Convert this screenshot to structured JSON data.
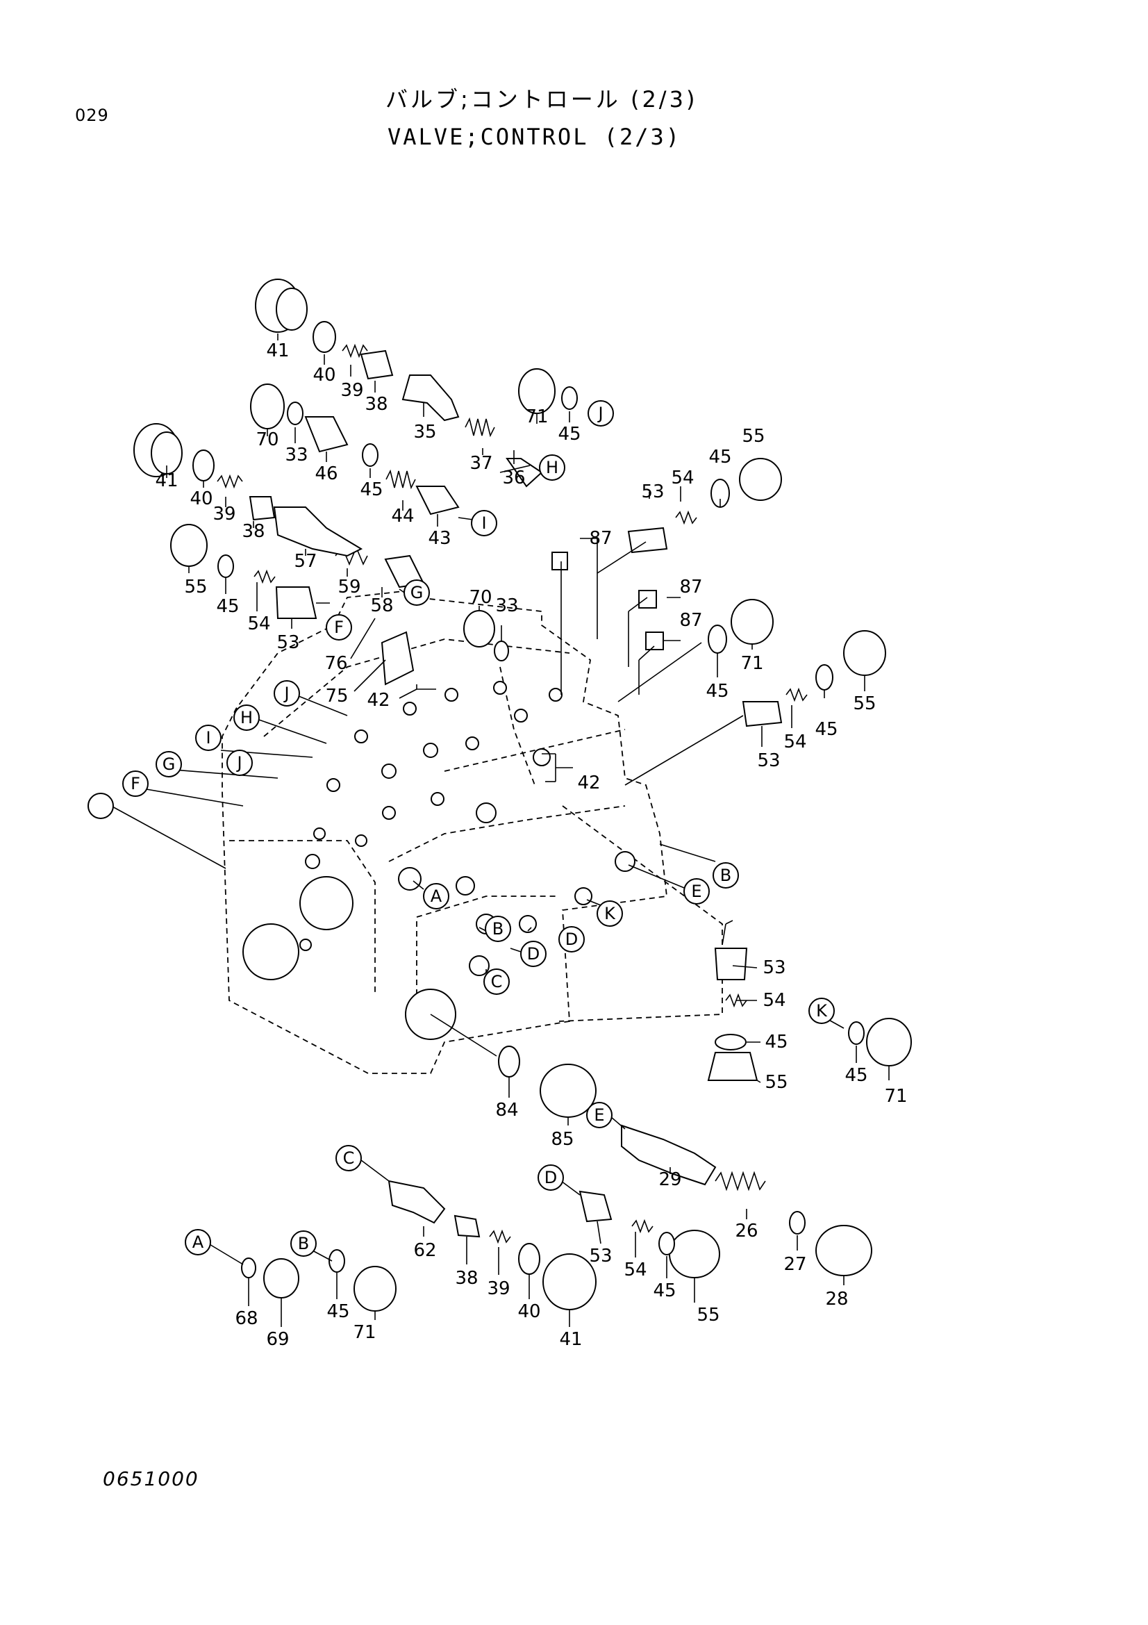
{
  "header": {
    "page_number": "029",
    "title_jp": "バルブ;コントロール (2/3)",
    "title_en": "VALVE;CONTROL (2/3)"
  },
  "footer": {
    "drawing_number": "0651000"
  },
  "part_labels": [
    {
      "id": "p41a",
      "text": "41"
    },
    {
      "id": "p40a",
      "text": "40"
    },
    {
      "id": "p39a",
      "text": "39"
    },
    {
      "id": "p38a",
      "text": "38"
    },
    {
      "id": "p35",
      "text": "35"
    },
    {
      "id": "p71a",
      "text": "71"
    },
    {
      "id": "p45a",
      "text": "45"
    },
    {
      "id": "p70a",
      "text": "70"
    },
    {
      "id": "p33a",
      "text": "33"
    },
    {
      "id": "p46",
      "text": "46"
    },
    {
      "id": "p37",
      "text": "37"
    },
    {
      "id": "p36",
      "text": "36"
    },
    {
      "id": "p45b",
      "text": "45"
    },
    {
      "id": "p44",
      "text": "44"
    },
    {
      "id": "p43",
      "text": "43"
    },
    {
      "id": "p41b",
      "text": "41"
    },
    {
      "id": "p40b",
      "text": "40"
    },
    {
      "id": "p39b",
      "text": "39"
    },
    {
      "id": "p38b",
      "text": "38"
    },
    {
      "id": "p57",
      "text": "57"
    },
    {
      "id": "p59",
      "text": "59"
    },
    {
      "id": "p58",
      "text": "58"
    },
    {
      "id": "p55a",
      "text": "55"
    },
    {
      "id": "p45c",
      "text": "45"
    },
    {
      "id": "p54a",
      "text": "54"
    },
    {
      "id": "p53a",
      "text": "53"
    },
    {
      "id": "p76",
      "text": "76"
    },
    {
      "id": "p75",
      "text": "75"
    },
    {
      "id": "p42a",
      "text": "42"
    },
    {
      "id": "p70b",
      "text": "70"
    },
    {
      "id": "p33b",
      "text": "33"
    },
    {
      "id": "p87a",
      "text": "87"
    },
    {
      "id": "p53b",
      "text": "53"
    },
    {
      "id": "p54b",
      "text": "54"
    },
    {
      "id": "p45d",
      "text": "45"
    },
    {
      "id": "p55b",
      "text": "55"
    },
    {
      "id": "p87b",
      "text": "87"
    },
    {
      "id": "p87c",
      "text": "87"
    },
    {
      "id": "p71b",
      "text": "71"
    },
    {
      "id": "p45e",
      "text": "45"
    },
    {
      "id": "p55c",
      "text": "55"
    },
    {
      "id": "p45f",
      "text": "45"
    },
    {
      "id": "p54c",
      "text": "54"
    },
    {
      "id": "p53c",
      "text": "53"
    },
    {
      "id": "p42b",
      "text": "42"
    },
    {
      "id": "p53d",
      "text": "53"
    },
    {
      "id": "p54d",
      "text": "54"
    },
    {
      "id": "p45g",
      "text": "45"
    },
    {
      "id": "p55d",
      "text": "55"
    },
    {
      "id": "p45h",
      "text": "45"
    },
    {
      "id": "p71c",
      "text": "71"
    },
    {
      "id": "p84",
      "text": "84"
    },
    {
      "id": "p85",
      "text": "85"
    },
    {
      "id": "p29",
      "text": "29"
    },
    {
      "id": "p26",
      "text": "26"
    },
    {
      "id": "p27",
      "text": "27"
    },
    {
      "id": "p28",
      "text": "28"
    },
    {
      "id": "p62",
      "text": "62"
    },
    {
      "id": "p38c",
      "text": "38"
    },
    {
      "id": "p39c",
      "text": "39"
    },
    {
      "id": "p40c",
      "text": "40"
    },
    {
      "id": "p41c",
      "text": "41"
    },
    {
      "id": "p53e",
      "text": "53"
    },
    {
      "id": "p54e",
      "text": "54"
    },
    {
      "id": "p45i",
      "text": "45"
    },
    {
      "id": "p55e",
      "text": "55"
    },
    {
      "id": "p68",
      "text": "68"
    },
    {
      "id": "p69",
      "text": "69"
    },
    {
      "id": "p45j",
      "text": "45"
    },
    {
      "id": "p71d",
      "text": "71"
    }
  ],
  "callout_labels": [
    {
      "id": "cJ1",
      "text": "J"
    },
    {
      "id": "cH1",
      "text": "H"
    },
    {
      "id": "cI1",
      "text": "I"
    },
    {
      "id": "cG1",
      "text": "G"
    },
    {
      "id": "cF1",
      "text": "F"
    },
    {
      "id": "cJ2",
      "text": "J"
    },
    {
      "id": "cH2",
      "text": "H"
    },
    {
      "id": "cI2",
      "text": "I"
    },
    {
      "id": "cJ3",
      "text": "J"
    },
    {
      "id": "cG2",
      "text": "G"
    },
    {
      "id": "cF2",
      "text": "F"
    },
    {
      "id": "cA1",
      "text": "A"
    },
    {
      "id": "cB1",
      "text": "B"
    },
    {
      "id": "cD1",
      "text": "D"
    },
    {
      "id": "cK1",
      "text": "K"
    },
    {
      "id": "cE1",
      "text": "E"
    },
    {
      "id": "cB2",
      "text": "B"
    },
    {
      "id": "cD2",
      "text": "D"
    },
    {
      "id": "cC1",
      "text": "C"
    },
    {
      "id": "cK2",
      "text": "K"
    },
    {
      "id": "cE2",
      "text": "E"
    },
    {
      "id": "cC2",
      "text": "C"
    },
    {
      "id": "cD3",
      "text": "D"
    },
    {
      "id": "cA2",
      "text": "A"
    },
    {
      "id": "cB3",
      "text": "B"
    }
  ]
}
